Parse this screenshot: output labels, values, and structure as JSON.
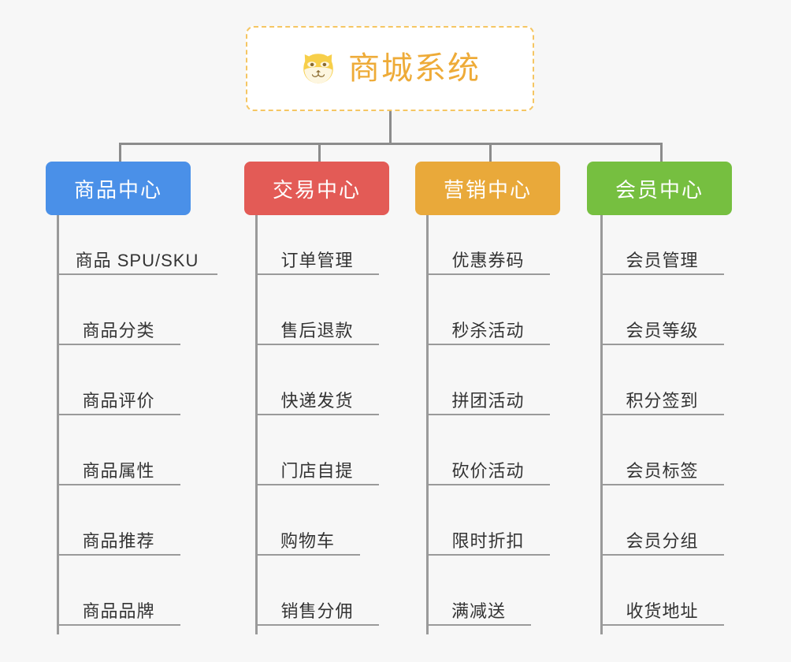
{
  "page": {
    "background_color": "#f7f7f7",
    "line_color": "#8c8c8c",
    "leaf_line_color": "#9a9a9a"
  },
  "root": {
    "title": "商城系统",
    "icon": "shiba-dog-face-icon",
    "text_color": "#eeab38",
    "border_color": "#f5c663",
    "background_color": "#ffffff"
  },
  "categories": [
    {
      "label": "商品中心",
      "color": "#4a90e8",
      "items": [
        "商品 SPU/SKU",
        "商品分类",
        "商品评价",
        "商品属性",
        "商品推荐",
        "商品品牌"
      ]
    },
    {
      "label": "交易中心",
      "color": "#e35b56",
      "items": [
        "订单管理",
        "售后退款",
        "快递发货",
        "门店自提",
        "购物车",
        "销售分佣"
      ]
    },
    {
      "label": "营销中心",
      "color": "#e9a93a",
      "items": [
        "优惠券码",
        "秒杀活动",
        "拼团活动",
        "砍价活动",
        "限时折扣",
        "满减送"
      ]
    },
    {
      "label": "会员中心",
      "color": "#76bf40",
      "items": [
        "会员管理",
        "会员等级",
        "积分签到",
        "会员标签",
        "会员分组",
        "收货地址"
      ]
    }
  ]
}
